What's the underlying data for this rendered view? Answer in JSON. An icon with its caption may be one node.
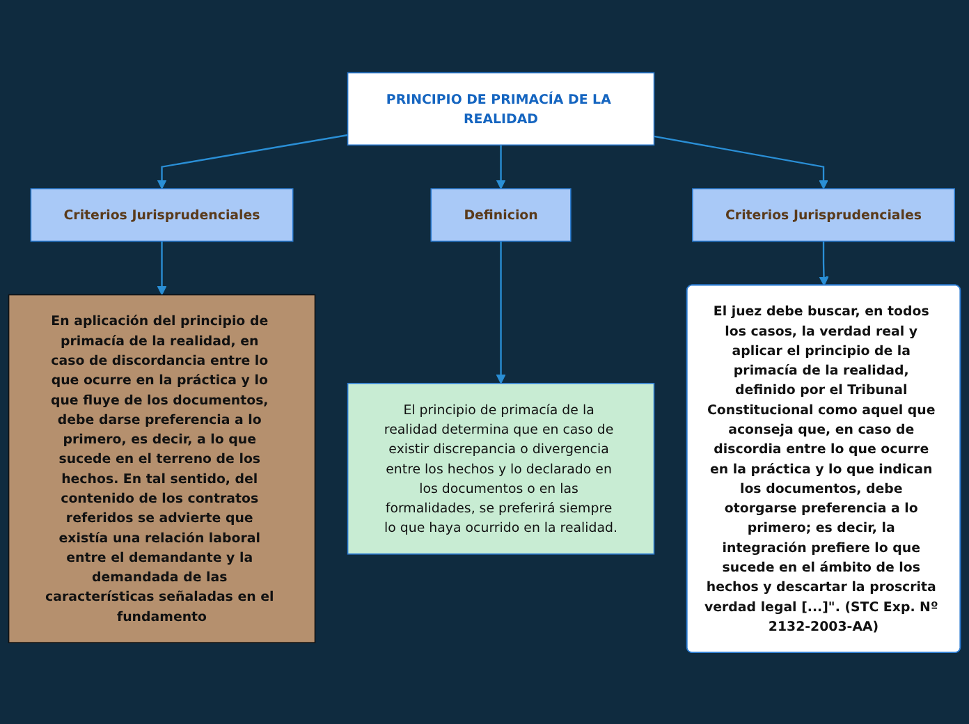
{
  "diagram": {
    "nodes": [
      {
        "text": [
          "PRINCIPIO DE PRIMACÍA DE LA REALIDAD"
        ]
      },
      {
        "text": [
          "Criterios Jurisprudenciales"
        ]
      },
      {
        "text": [
          "Definicion"
        ]
      },
      {
        "text": [
          "Criterios Jurisprudenciales"
        ]
      },
      {
        "text": [
          "En aplicación del principio de primacía de la realidad, en caso de discordancia entre lo que ocurre en la práctica y lo que fluye de los documentos, debe darse preferencia a lo primero, es decir, a lo que sucede en el terreno de los hechos. En tal sentido, del contenido de los contratos referidos se advierte que existía una relación laboral entre el demandante y la demandada de las características señaladas en el fundamento"
        ]
      },
      {
        "text": [
          "El principio de primacía de la realidad determina que en caso de existir discrepancia o divergencia entre los hechos y lo declarado en los documentos o en las formalidades, se preferirá siempre lo que haya ocurrido en la realidad."
        ]
      },
      {
        "text": [
          "El juez debe buscar, en todos los casos, la verdad real y aplicar el principio de la primacía de la realidad, definido por el Tribunal Constitucional como aquel que aconseja que, en caso de discordia entre lo que ocurre en la práctica y lo que indican los documentos, debe otorgarse preferencia a lo primero; es decir, la integración prefiere lo que sucede en el ámbito de los hechos y descartar la proscrita verdad legal [...]\". (STC Exp. Nº 2132-2003-AA)"
        ]
      }
    ],
    "edges": [
      {
        "from": 0,
        "to": 1,
        "arrow": "to"
      },
      {
        "from": 0,
        "to": 2,
        "arrow": "to"
      },
      {
        "from": 0,
        "to": 3,
        "arrow": "to"
      },
      {
        "from": 1,
        "to": 4,
        "arrow": "to"
      },
      {
        "from": 2,
        "to": 5,
        "arrow": "to"
      },
      {
        "from": 3,
        "to": 6,
        "arrow": "to"
      }
    ]
  }
}
